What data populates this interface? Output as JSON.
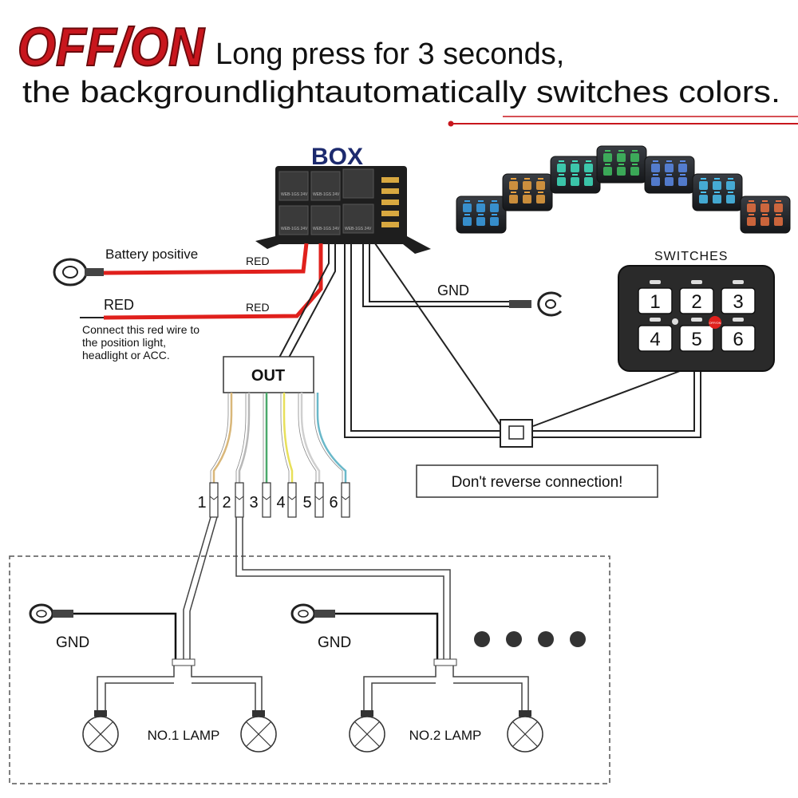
{
  "header": {
    "headline": "OFF/ON",
    "line1": "Long press for 3 seconds,",
    "line2": "the backgroundlightautomatically switches colors."
  },
  "box": {
    "title": "BOX",
    "relay_label": "WEB-1GS 24V"
  },
  "wires": {
    "battery_label": "Battery positive",
    "red_label_1": "RED",
    "red_label_2": "RED",
    "red_wire_label": "RED",
    "red_wire_note": [
      "Connect this red wire to",
      "the position light,",
      "headlight or ACC."
    ],
    "gnd_label": "GND"
  },
  "out": {
    "label": "OUT",
    "channels": [
      "1",
      "2",
      "3",
      "4",
      "5",
      "6"
    ],
    "wire_colors": [
      "#d9b77a",
      "#b8b8b8",
      "#4aa86a",
      "#e8e05a",
      "#cfcfcf",
      "#6ab8c9"
    ]
  },
  "switches": {
    "title": "SWITCHES",
    "buttons": [
      "1",
      "2",
      "3",
      "4",
      "5",
      "6"
    ],
    "badge": "OFF/ON"
  },
  "warning": "Don't reverse connection!",
  "lamps": {
    "gnd_left": "GND",
    "gnd_right": "GND",
    "lamp1": "NO.1  LAMP",
    "lamp2": "NO.2  LAMP"
  },
  "colors": {
    "headline_red": "#c8161d",
    "red_wire": "#e0201c",
    "box_dark": "#1e1e1e",
    "box_title": "#1c2a6e",
    "switch_body": "#2a2a2a"
  },
  "panels": {
    "backlight_colors": [
      "#3aa0e8",
      "#e8a040",
      "#40e0c0",
      "#40c060",
      "#5a8ae8",
      "#4ac0f0",
      "#e87040"
    ]
  }
}
